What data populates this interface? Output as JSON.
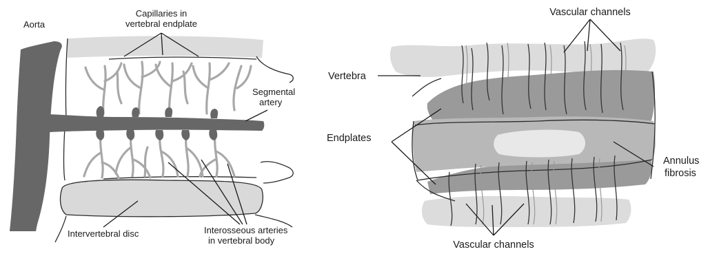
{
  "left_diagram": {
    "labels": {
      "aorta": "Aorta",
      "capillaries_line1": "Capillaries in",
      "capillaries_line2": "vertebral endplate",
      "segmental_line1": "Segmental",
      "segmental_line2": "artery",
      "disc": "Intervertebral disc",
      "interosseous_line1": "Interosseous arteries",
      "interosseous_line2": "in vertebral body"
    }
  },
  "right_diagram": {
    "labels": {
      "vascular_top": "Vascular channels",
      "vertebra": "Vertebra",
      "endplates": "Endplates",
      "annulus_line1": "Annulus",
      "annulus_line2": "fibrosis",
      "vascular_bottom": "Vascular channels"
    }
  },
  "colors": {
    "artery": "#676767",
    "capillary": "#a8a8a8",
    "disc": "#d9d9d9",
    "endplate_zone": "#9a9a9a",
    "light_bone": "#dcdcdc"
  }
}
